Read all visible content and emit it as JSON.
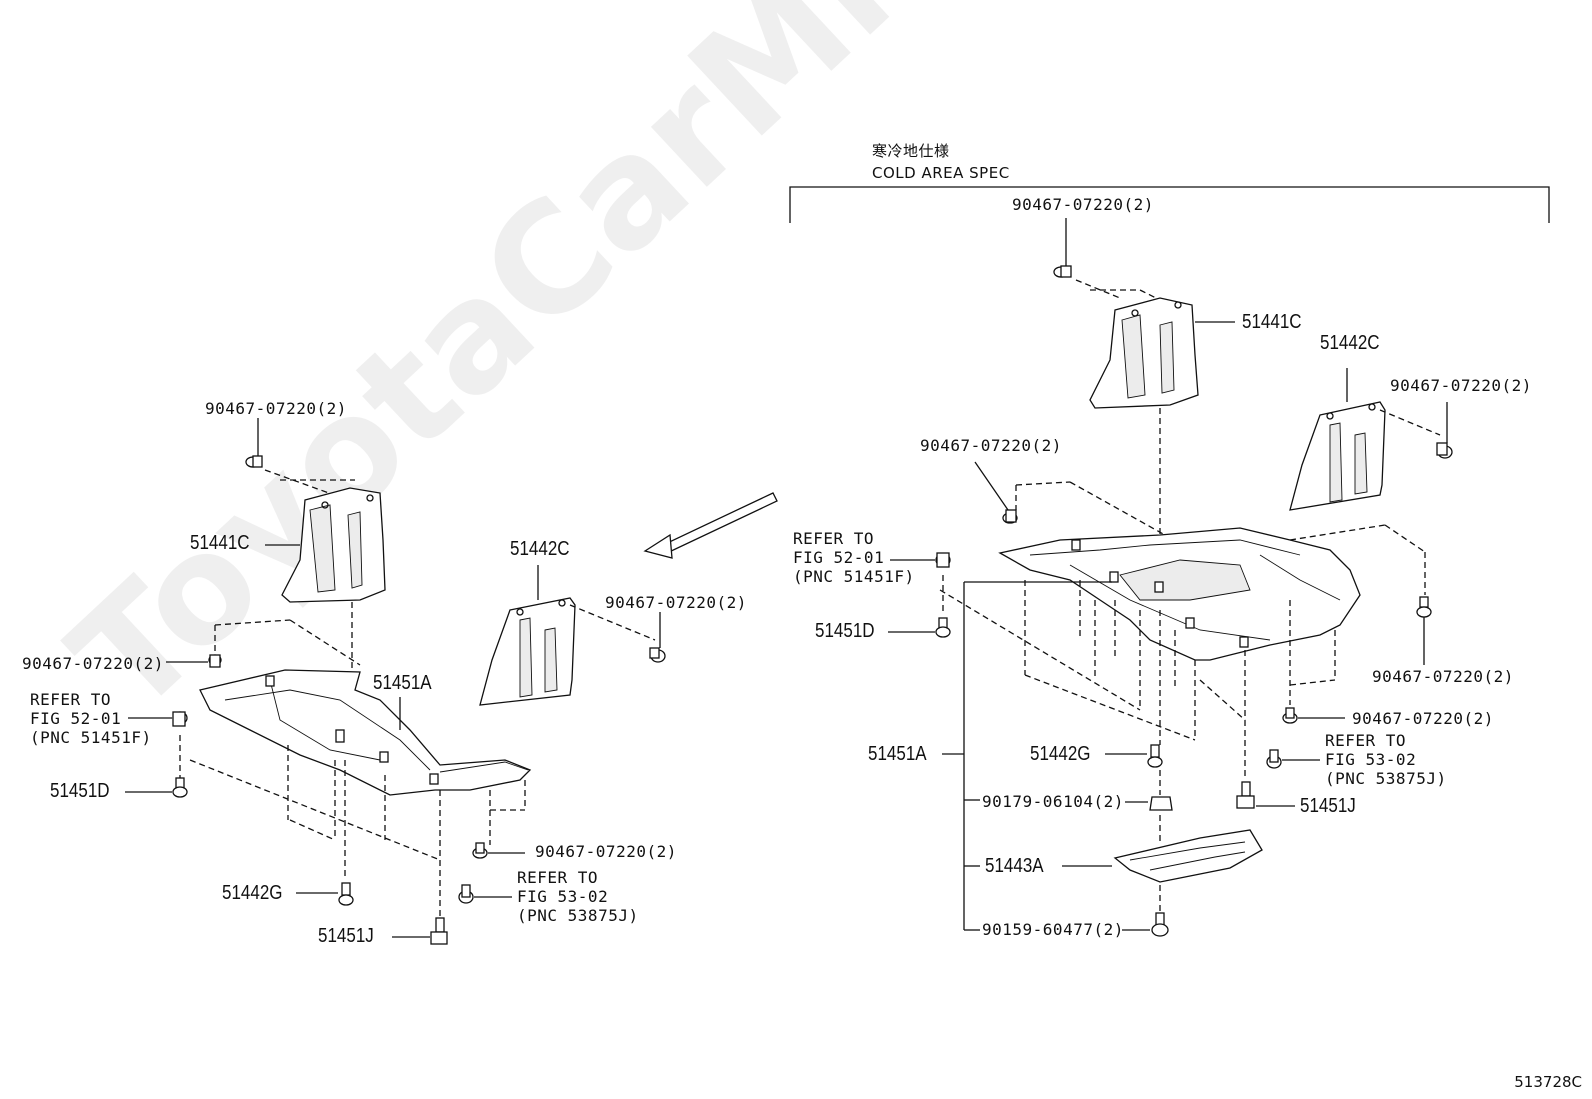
{
  "header": {
    "jp": "寒冷地仕様",
    "en": "COLD AREA SPEC"
  },
  "watermark": "ToyotaCarMine.ru",
  "drawing_number": "513728C",
  "left": {
    "bolt_top": "90467-07220(2)",
    "cover_front": "51441C",
    "cover_side": "51442C",
    "bolt_side": "90467-07220(2)",
    "bolt_left": "90467-07220(2)",
    "refer1_line1": "REFER TO",
    "refer1_line2": "FIG 52-01",
    "refer1_line3": "(PNC 51451F)",
    "tray": "51451A",
    "clip_d": "51451D",
    "bolt_bottom": "90467-07220(2)",
    "refer2_line1": "REFER TO",
    "refer2_line2": "FIG 53-02",
    "refer2_line3": "(PNC 53875J)",
    "nut_g": "51442G",
    "bolt_j": "51451J"
  },
  "right": {
    "bolt_top": "90467-07220(2)",
    "cover_front": "51441C",
    "cover_side": "51442C",
    "bolt_side": "90467-07220(2)",
    "bolt_left": "90467-07220(2)",
    "refer1_line1": "REFER TO",
    "refer1_line2": "FIG 52-01",
    "refer1_line3": "(PNC 51451F)",
    "clip_d": "51451D",
    "bolt_right": "90467-07220(2)",
    "bolt_right2": "90467-07220(2)",
    "refer2_line1": "REFER TO",
    "refer2_line2": "FIG 53-02",
    "refer2_line3": "(PNC 53875J)",
    "tray": "51451A",
    "nut_g": "51442G",
    "bolt_j": "51451J",
    "nut_90179": "90179-06104(2)",
    "cover_a": "51443A",
    "bolt_90159": "90159-60477(2)"
  }
}
